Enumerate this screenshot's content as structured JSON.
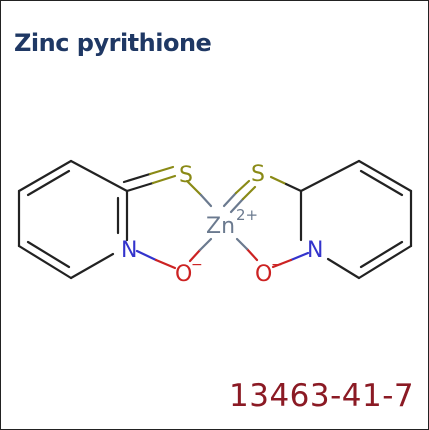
{
  "compound": {
    "title": "Zinc pyrithione",
    "cas_number": "13463-41-7"
  },
  "atoms": {
    "sulfur": "S",
    "nitrogen": "N",
    "oxygen": "O",
    "oxide_charge": "−",
    "zinc": "Zn",
    "zinc_charge": "2+"
  },
  "colors": {
    "title": "#1f3864",
    "cas_number": "#8b1a24",
    "bond": "#222222",
    "sulfur": "#8a8a16",
    "nitrogen": "#3333cc",
    "oxygen": "#cc2222",
    "zinc": "#6b7a8f"
  }
}
